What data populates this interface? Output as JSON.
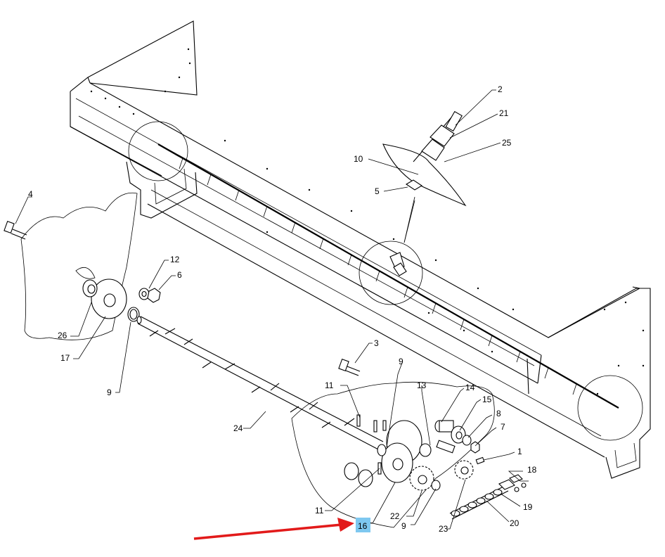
{
  "diagram": {
    "callouts": {
      "c1": "1",
      "c2": "2",
      "c3": "3",
      "c4": "4",
      "c5": "5",
      "c6": "6",
      "c7": "7",
      "c8": "8",
      "c9a": "9",
      "c9b": "9",
      "c9c": "9",
      "c10": "10",
      "c11a": "11",
      "c11b": "11",
      "c12": "12",
      "c13": "13",
      "c14": "14",
      "c15": "15",
      "c16": "16",
      "c17": "17",
      "c18": "18",
      "c19": "19",
      "c20": "20",
      "c21": "21",
      "c22": "22",
      "c23": "23",
      "c24": "24",
      "c25": "25",
      "c26": "26"
    },
    "highlight_color": "#7ec8f0",
    "arrow_color": "#e21a1a"
  }
}
